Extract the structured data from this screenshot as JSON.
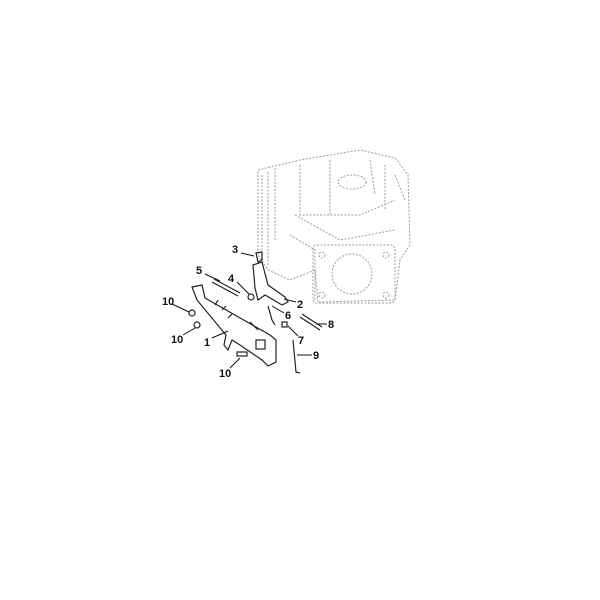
{
  "callouts": [
    {
      "id": "c1",
      "label": "1"
    },
    {
      "id": "c2",
      "label": "2"
    },
    {
      "id": "c3",
      "label": "3"
    },
    {
      "id": "c4",
      "label": "4"
    },
    {
      "id": "c5",
      "label": "5"
    },
    {
      "id": "c6",
      "label": "6"
    },
    {
      "id": "c7",
      "label": "7"
    },
    {
      "id": "c8",
      "label": "8"
    },
    {
      "id": "c9",
      "label": "9"
    },
    {
      "id": "c10a",
      "label": "10"
    },
    {
      "id": "c10b",
      "label": "10"
    },
    {
      "id": "c10c",
      "label": "10"
    }
  ]
}
